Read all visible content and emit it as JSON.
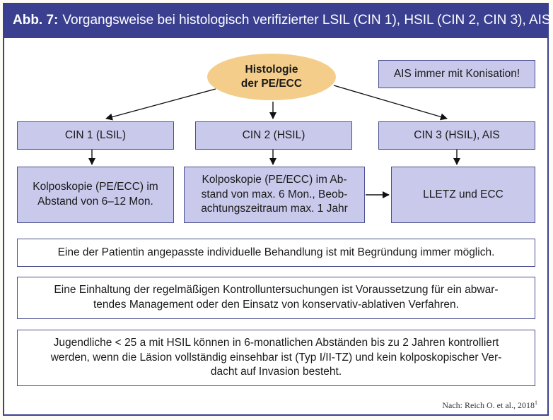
{
  "title": {
    "label": "Abb. 7:",
    "text": "Vorgangsweise bei histologisch verifizierter LSIL (CIN 1), HSIL (CIN 2, CIN 3), AIS"
  },
  "root": {
    "line1": "Histologie",
    "line2": "der PE/ECC"
  },
  "note": "AIS immer mit Konisation!",
  "categories": {
    "cin1": "CIN 1 (LSIL)",
    "cin2": "CIN 2 (HSIL)",
    "cin3": "CIN 3 (HSIL), AIS"
  },
  "actions": {
    "cin1": {
      "line1": "Kolposkopie (PE/ECC) im",
      "line2": "Abstand von 6–12 Mon."
    },
    "cin2": {
      "line1": "Kolposkopie (PE/ECC) im Ab-",
      "line2": "stand von max. 6 Mon., Beob-",
      "line3": "achtungszeitraum max. 1 Jahr"
    },
    "cin3": "LLETZ und ECC"
  },
  "info": {
    "individual": "Eine der Patientin angepasste individuelle Behandlung ist mit Begründung immer möglich.",
    "compliance": {
      "line1": "Eine Einhaltung der regelmäßigen Kontrolluntersuchungen ist Voraussetzung für ein abwar-",
      "line2": "tendes Management oder den Einsatz von konservativ-ablativen Verfahren."
    },
    "youth": {
      "line1": "Jugendliche < 25 a mit HSIL können in 6-monatlichen Abständen bis zu 2 Jahren kontrolliert",
      "line2": "werden, wenn die Läsion vollständig einsehbar ist (Typ I/II-TZ) und kein kolposkopischer Ver-",
      "line3": "dacht auf Invasion besteht."
    }
  },
  "source": {
    "text": "Nach: Reich O. et al., 2018",
    "footnote": "1"
  },
  "colors": {
    "header": "#3a3f8f",
    "box_fill": "#c9c9ec",
    "ellipse_fill": "#f4cd8a"
  }
}
